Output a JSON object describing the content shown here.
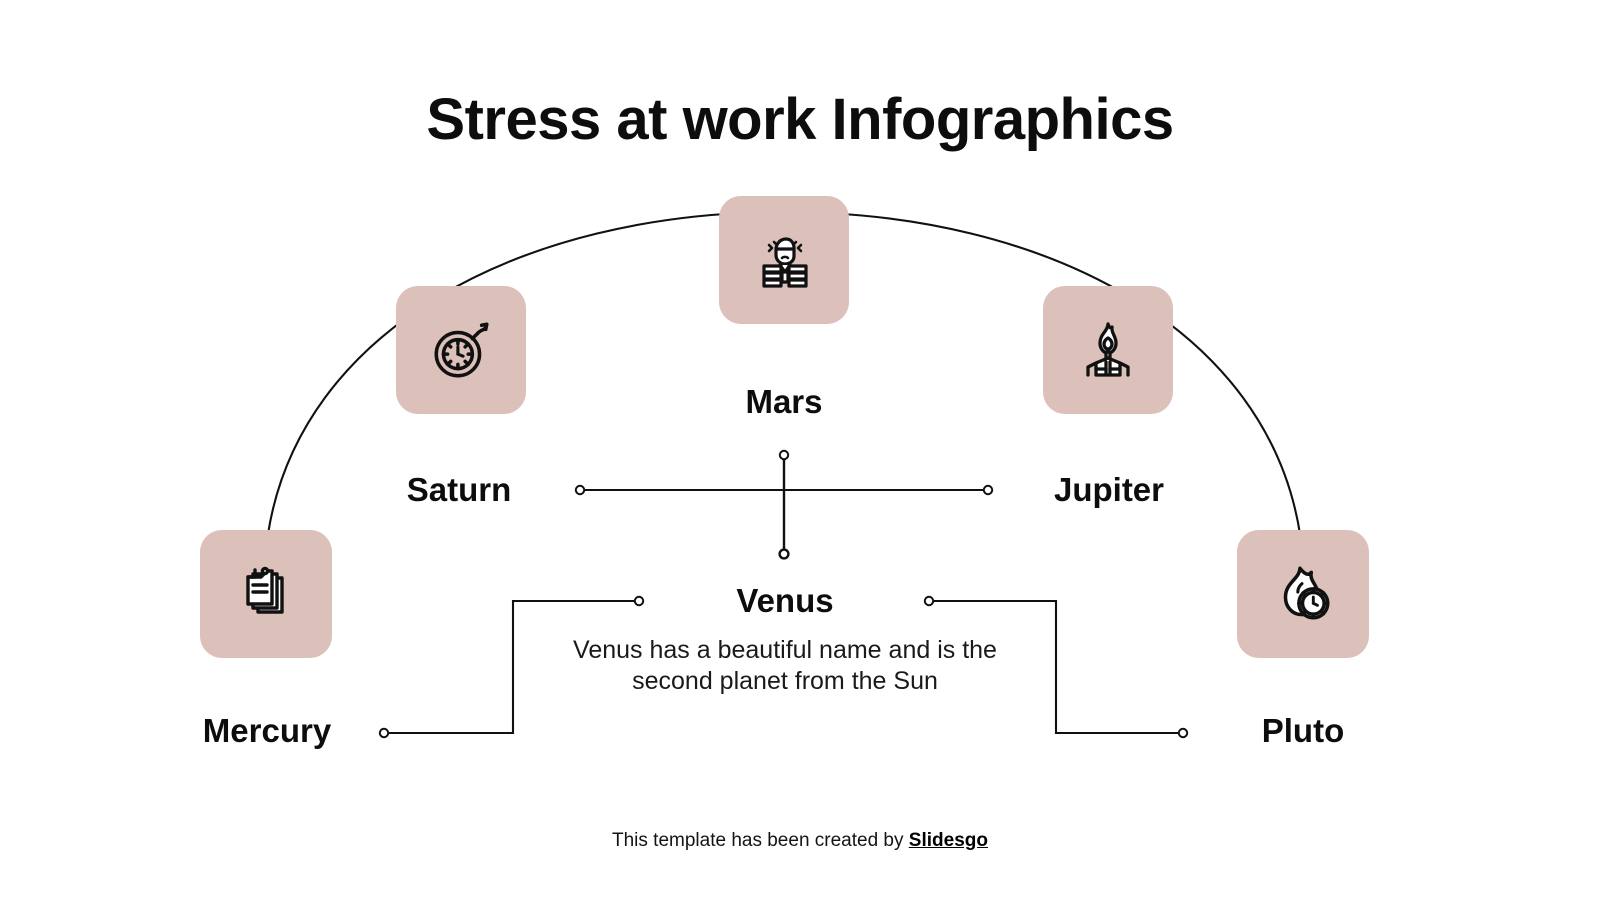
{
  "slide": {
    "title": "Stress at work Infographics",
    "background_color": "#ffffff",
    "accent_color": "#dcc0ba",
    "line_color": "#111111",
    "text_color": "#0d0d0d"
  },
  "nodes": [
    {
      "key": "mercury",
      "label": "Mercury",
      "icon": "stacked-documents-icon",
      "card_color": "#dcc0ba"
    },
    {
      "key": "saturn",
      "label": "Saturn",
      "icon": "clock-bomb-icon",
      "card_color": "#dcc0ba"
    },
    {
      "key": "mars",
      "label": "Mars",
      "icon": "stressed-worker-paperwork-icon",
      "card_color": "#dcc0ba"
    },
    {
      "key": "jupiter",
      "label": "Jupiter",
      "icon": "burnout-flame-person-icon",
      "card_color": "#dcc0ba"
    },
    {
      "key": "pluto",
      "label": "Pluto",
      "icon": "flame-clock-icon",
      "card_color": "#dcc0ba"
    }
  ],
  "detail": {
    "title": "Venus",
    "description": "Venus has a beautiful name and is the second planet from the Sun"
  },
  "footer": {
    "text": "This template has been created by ",
    "brand": "Slidesgo"
  }
}
